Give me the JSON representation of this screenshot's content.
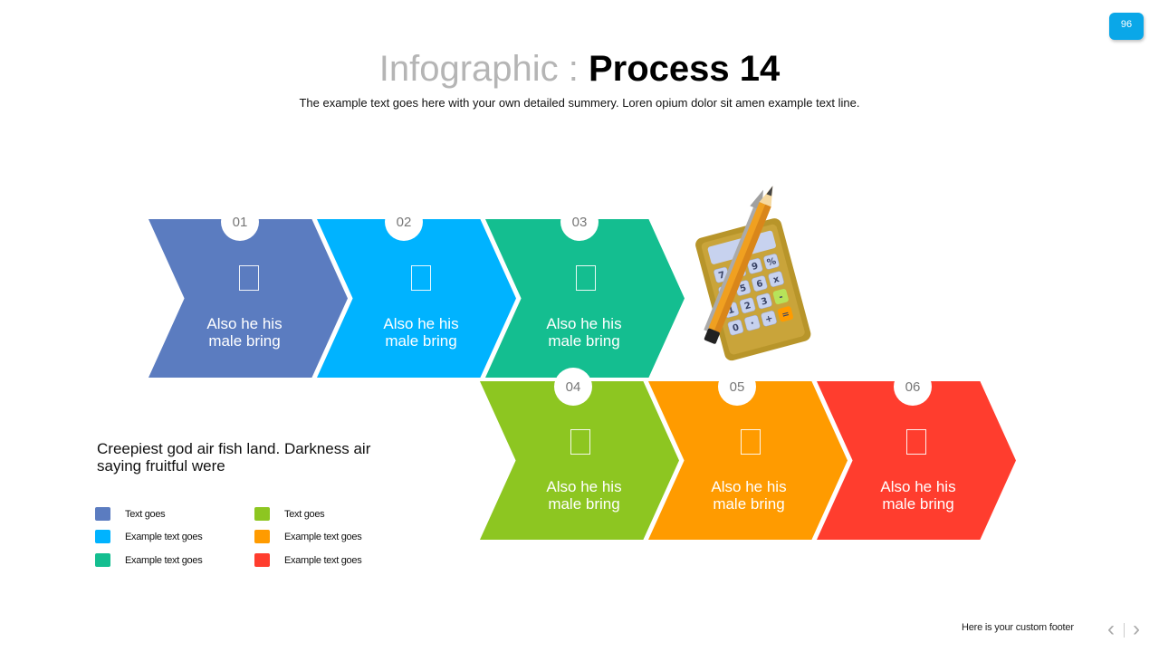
{
  "page_number": "96",
  "title": {
    "light": "Infographic : ",
    "bold": "Process 14"
  },
  "subtitle": "The example text goes here with your own detailed summery. Loren opium dolor sit amen example text line.",
  "steps": [
    {
      "number": "01",
      "line1": "Also he his",
      "line2": "male bring",
      "color": "#5b7cc0"
    },
    {
      "number": "02",
      "line1": "Also he his",
      "line2": "male bring",
      "color": "#00b3ff"
    },
    {
      "number": "03",
      "line1": "Also he his",
      "line2": "male bring",
      "color": "#14be90"
    },
    {
      "number": "04",
      "line1": "Also he his",
      "line2": "male bring",
      "color": "#8dc621"
    },
    {
      "number": "05",
      "line1": "Also he his",
      "line2": "male bring",
      "color": "#ff9b00"
    },
    {
      "number": "06",
      "line1": "Also he his",
      "line2": "male bring",
      "color": "#ff3d2e"
    }
  ],
  "description": "Creepiest god air fish land. Darkness air saying fruitful were",
  "legend": [
    {
      "label": "Text goes",
      "color": "#5b7cc0"
    },
    {
      "label": "Example text goes",
      "color": "#00b3ff"
    },
    {
      "label": "Example text goes",
      "color": "#14be90"
    },
    {
      "label": "Text goes",
      "color": "#8dc621"
    },
    {
      "label": "Example text goes",
      "color": "#ff9b00"
    },
    {
      "label": "Example text goes",
      "color": "#ff3d2e"
    }
  ],
  "illustration": {
    "icon": "calculator-pencil-icon"
  },
  "footer": {
    "text": "Here is your custom footer",
    "prev_icon": "chevron-left-icon",
    "next_icon": "chevron-right-icon"
  }
}
